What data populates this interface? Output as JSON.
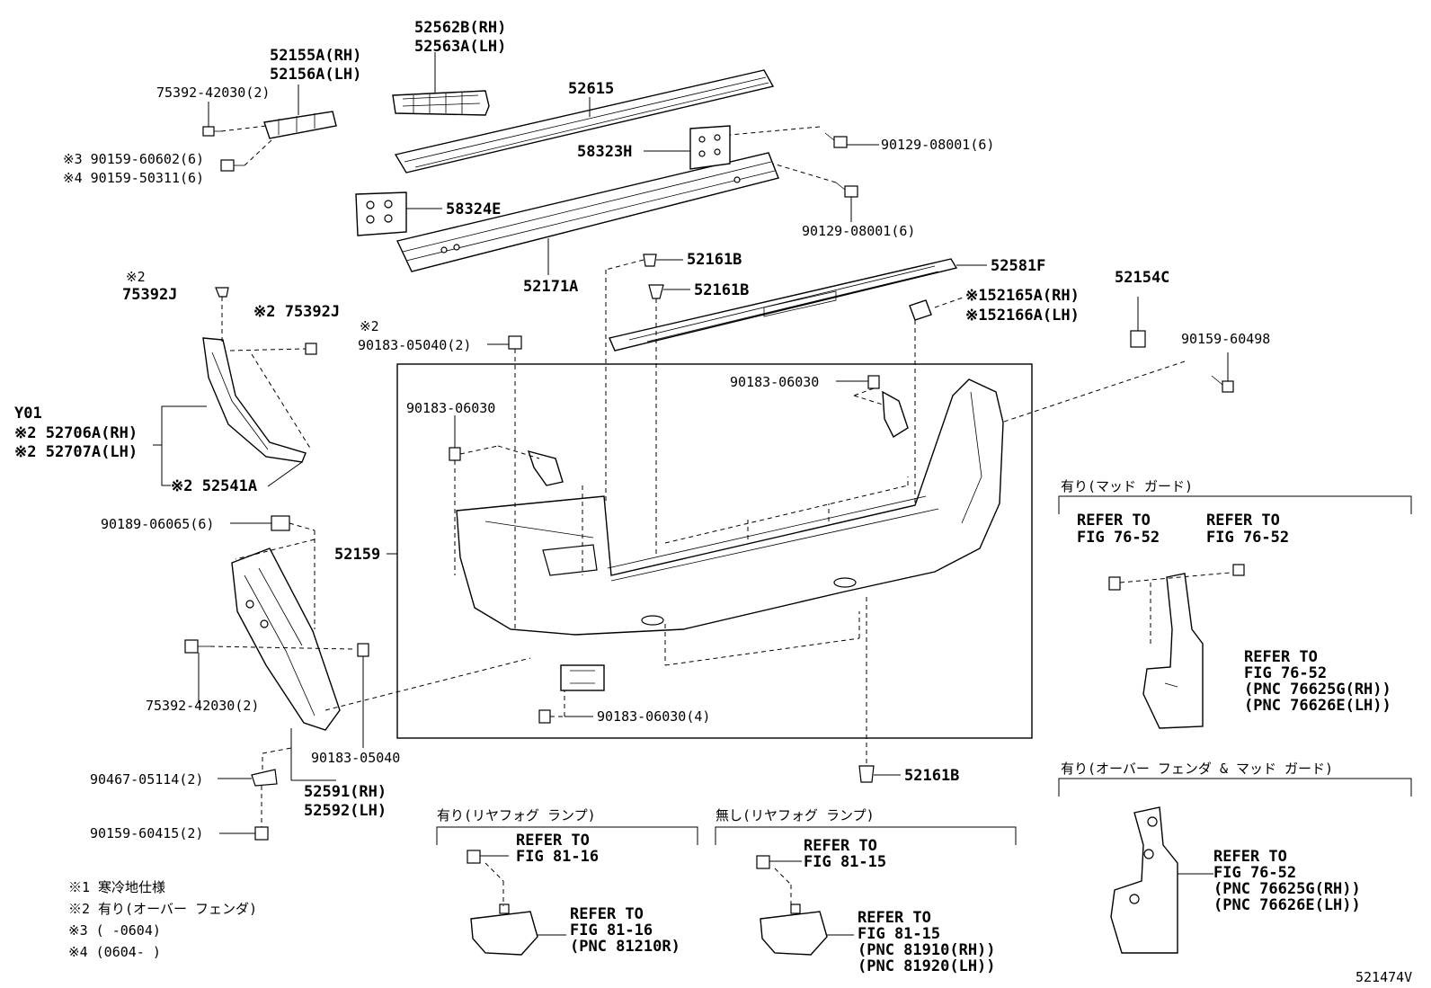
{
  "diagram_id": "521474V",
  "labels": {
    "p52562": "52562B(RH)",
    "p52563": "52563A(LH)",
    "p52155": "52155A(RH)",
    "p52156": "52156A(LH)",
    "p75392_top": "75392-42030(2)",
    "p90159_606": "※3 90159-60602(6)",
    "p90159_503": "※4 90159-50311(6)",
    "p52615": "52615",
    "p58323": "58323H",
    "p90129_a": "90129-08001(6)",
    "p58324": "58324E",
    "p90129_b": "90129-08001(6)",
    "p52171": "52171A",
    "p52161_a": "52161B",
    "p52161_b": "52161B",
    "p52581": "52581F",
    "p52154": "52154C",
    "p52165": "※152165A(RH)",
    "p52166": "※152166A(LH)",
    "p90159_60498": "90159-60498",
    "p75392j_mark": "※2",
    "p75392j_a": "75392J",
    "p75392j_b": "※2 75392J",
    "p90183_05040_mark": "※2",
    "p90183_05040_2": "90183-05040(2)",
    "p90183_06030_a": "90183-06030",
    "p90183_06030_b": "90183-06030",
    "pY01": "Y01",
    "p52706": "※2 52706A(RH)",
    "p52707": "※2 52707A(LH)",
    "p52541": "※2 52541A",
    "p90189": "90189-06065(6)",
    "p52159": "52159",
    "p75392_bottom": "75392-42030(2)",
    "p90183_06030_4": "90183-06030(4)",
    "p90183_05040": "90183-05040",
    "p52161_c": "52161B",
    "p90467": "90467-05114(2)",
    "p52591": "52591(RH)",
    "p52592": "52592(LH)",
    "p90159_60415": "90159-60415(2)"
  },
  "groups": {
    "mudguard": {
      "heading": "有り(マッド ガード)",
      "ref1_l1": "REFER TO",
      "ref1_l2": "FIG 76-52",
      "ref2_l1": "REFER TO",
      "ref2_l2": "FIG 76-52",
      "ref3_l1": "REFER TO",
      "ref3_l2": "FIG 76-52",
      "ref3_l3": "(PNC 76625G(RH))",
      "ref3_l4": "(PNC 76626E(LH))"
    },
    "overfender": {
      "heading": "有り(オーバー フェンダ & マッド ガード)",
      "ref_l1": "REFER TO",
      "ref_l2": "FIG 76-52",
      "ref_l3": "(PNC 76625G(RH))",
      "ref_l4": "(PNC 76626E(LH))"
    },
    "foglamp_with": {
      "heading": "有り(リヤフォグ ランプ)",
      "ref1_l1": "REFER TO",
      "ref1_l2": "FIG 81-16",
      "ref2_l1": "REFER TO",
      "ref2_l2": "FIG 81-16",
      "ref2_l3": "(PNC 81210R)"
    },
    "foglamp_without": {
      "heading": "無し(リヤフォグ ランプ)",
      "ref1_l1": "REFER TO",
      "ref1_l2": "FIG 81-15",
      "ref2_l1": "REFER TO",
      "ref2_l2": "FIG 81-15",
      "ref2_l3": "(PNC 81910(RH))",
      "ref2_l4": "(PNC 81920(LH))"
    }
  },
  "notes": [
    "※1 寒冷地仕様",
    "※2 有り(オーバー フェンダ)",
    "※3 (     -0604)",
    "※4 (0604-     )"
  ]
}
